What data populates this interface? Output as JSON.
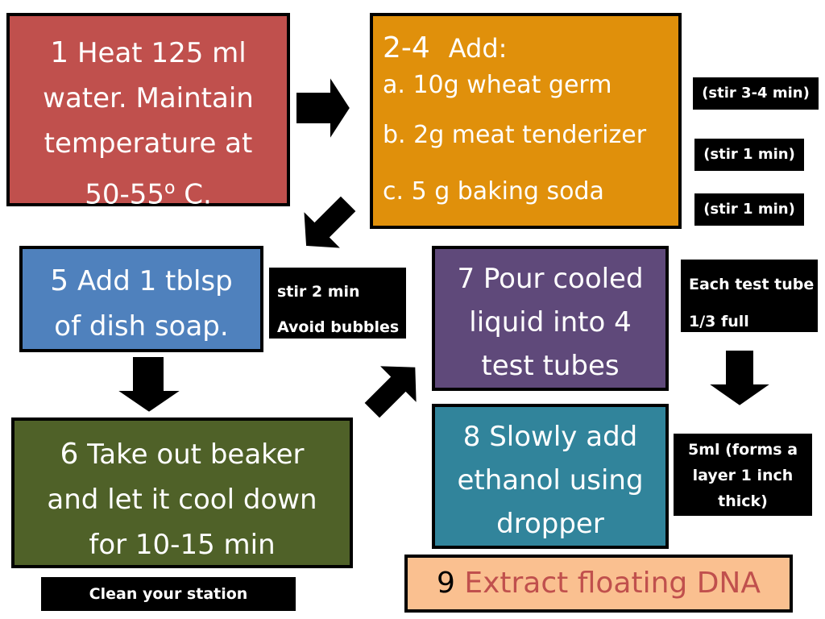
{
  "step1": {
    "num": "1",
    "line1": "Heat 125 ml",
    "line2": "water. Maintain",
    "line3": "temperature at",
    "line4a": "50-55",
    "line4sup": "o",
    "line4b": " C."
  },
  "step2_4": {
    "num": "2-4",
    "title": "Add:",
    "item_a": "a. 10g wheat germ",
    "item_b": "b. 2g meat tenderizer",
    "item_c": "c. 5 g baking soda"
  },
  "notes_2_4": {
    "a": "(stir 3-4 min)",
    "b": "(stir 1 min)",
    "c": "(stir 1 min)"
  },
  "step5": {
    "num": "5",
    "line1": "Add 1 tblsp",
    "line2": "of dish soap."
  },
  "note5": {
    "line1": "stir 2 min",
    "line2": "Avoid bubbles"
  },
  "step6": {
    "num": "6",
    "line1": "Take out beaker",
    "line2": "and let it cool down",
    "line3": "for 10-15 min"
  },
  "note6": {
    "text": "Clean your station"
  },
  "step7": {
    "num": "7",
    "line1": "Pour cooled",
    "line2": "liquid into 4",
    "line3": "test tubes"
  },
  "note7": {
    "line1": "Each test tube",
    "line2": "1/3 full"
  },
  "step8": {
    "num": "8",
    "line1": "Slowly add",
    "line2": "ethanol using",
    "line3": "dropper"
  },
  "note8": {
    "line1": "5ml (forms a",
    "line2": "layer 1 inch",
    "line3": "thick)"
  },
  "step9": {
    "num": "9",
    "text": "Extract floating DNA"
  },
  "colors": {
    "step1": "#c0504d",
    "step2_4": "#e0900b",
    "step5": "#4f81bd",
    "step6": "#4f6128",
    "step7": "#5f497a",
    "step8": "#31849b",
    "step9": "#fac090",
    "step9_text": "#c0504d"
  }
}
